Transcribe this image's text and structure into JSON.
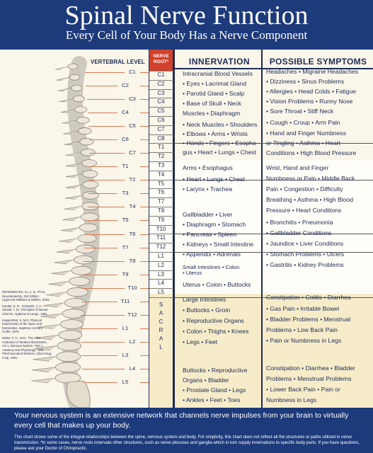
{
  "header": {
    "title": "Spinal Nerve Function",
    "subtitle": "Every Cell of Your Body Has a Nerve Component"
  },
  "columns": {
    "vertebral": "VERTEBRAL LEVEL",
    "root_line1": "NERVE",
    "root_line2": "ROOT*",
    "innervation": "INNERVATION",
    "symptoms": "POSSIBLE SYMPTOMS"
  },
  "vertebrae": [
    "C1",
    "C2",
    "C3",
    "C4",
    "C5",
    "C6",
    "C7",
    "T1",
    "T2",
    "T3",
    "T4",
    "T5",
    "T6",
    "T7",
    "T8",
    "T9",
    "T10",
    "T11",
    "T12",
    "L1",
    "L2",
    "L3",
    "L4",
    "L5"
  ],
  "nerve_roots": [
    "C1",
    "C2",
    "C3",
    "C4",
    "C5",
    "C6",
    "C7",
    "C8",
    "T1",
    "T2",
    "T3",
    "T4",
    "T5",
    "T6",
    "T7",
    "T8",
    "T9",
    "T10",
    "T11",
    "T12",
    "L1",
    "L2",
    "L3",
    "L4",
    "L5"
  ],
  "sacral_letters": [
    "S",
    "A",
    "C",
    "R",
    "A",
    "L"
  ],
  "innervation": [
    "Intracranial Blood Vessels",
    "• Eyes • Lacrimal Gland",
    "• Parotid Gland • Scalp",
    "• Base of Skull • Neck",
    "Muscles • Diaphragm",
    "• Neck Muscles • Shoulders",
    "• Elbows • Arms • Wrists",
    "• Hands • Fingers • Esopha-",
    "gus • Heart • Lungs • Chest",
    "Arms • Esophagus",
    "• Heart • Lungs • Chest",
    "• Larynx • Trachea",
    "Gallbladder • Liver",
    "• Diaphragm • Stomach",
    "• Pancreas • Spleen",
    "• Kidneys • Small Intestine",
    "• Appendix • Adrenals",
    "Small Intestines • Colon",
    "• Uterus",
    "Uterus • Colon • Buttocks",
    "Large Intestines",
    "• Buttocks • Groin",
    "• Reproductive Organs",
    "• Colon • Thighs • Knees",
    "• Legs • Feet",
    "Buttocks • Reproductive",
    "Organs • Bladder",
    "• Prostate Gland • Legs",
    "• Ankles • Feet • Toes"
  ],
  "symptoms": [
    "Headaches • Migraine Headaches",
    "• Dizziness • Sinus Problems",
    "• Allergies • Head Colds • Fatigue",
    "• Vision Problems • Runny Nose",
    "• Sore Throat • Stiff Neck",
    "• Cough • Croup • Arm Pain",
    "• Hand and Finger Numbness",
    "or Tingling • Asthma • Heart",
    "Conditions • High Blood Pressure",
    "Wrist, Hand and Finger",
    "Numbness or Pain • Middle Back",
    "Pain • Congestion • Difficulty",
    "Breathing • Asthma • High Blood",
    "Pressure • Heart Conditions",
    "• Bronchitis • Pneumonia",
    "• Gallbladder Conditions",
    "• Jaundice • Liver Conditions",
    "• Stomach Problems • Ulcers",
    "• Gastritis • Kidney Problems",
    "Constipation • Colitis • Diarrhea",
    "• Gas Pain • Irritable Bowel",
    "• Bladder Problems • Menstrual",
    "Problems • Low Back Pain",
    "• Pain or Numbness in Legs",
    "Constipation • Diarrhea • Bladder",
    "Problems • Menstrual Problems",
    "• Lower Back Pain • Pain or",
    "Numbness in Legs"
  ],
  "references": [
    "REFERENCES: Yu, J. D., Ph.D., Neuroanatomy, 2nd Edition. Lippincott Williams & Wilkins, 2002.",
    "Kandel, E. R., Schwartz, J. H., Jessell, T. M., Principles of Neural Science. Appleton & Lange, 1991.",
    "Hoppenfeld, S. M.D. Physical Examination of the Spine and Extremities. Appleton-Century-Crofts, 1976.",
    "Netter, F. H., M.D., The Ciba Collection of Medical Illustrations, Vol 1, Nervous System, Part 1, Anatomy and Physiology. Ciba Pharmaceutical Division, Ciba-Geigy Corp, 1991."
  ],
  "footer": {
    "main": "Your nervous system is an extensive network that channels nerve impulses from your brain to virtually every cell that makes up your body.",
    "note": "This chart shows some of the integral relationships between the spine, nervous system and body. For simplicity, this chart does not reflect all the structures or paths utilized in nerve transmission. *In some cases, nerve roots innervate other structures, such as nerve plexuses and ganglia which in turn supply innervations to specific body parts. If you have questions, please ask your Doctor of Chiropractic."
  },
  "colors": {
    "navy": "#1d3a7a",
    "red": "#d2412b",
    "cervical": "#fbf6ea",
    "thoracic": "#fffdf7",
    "lumbar": "#f6ecc9"
  }
}
